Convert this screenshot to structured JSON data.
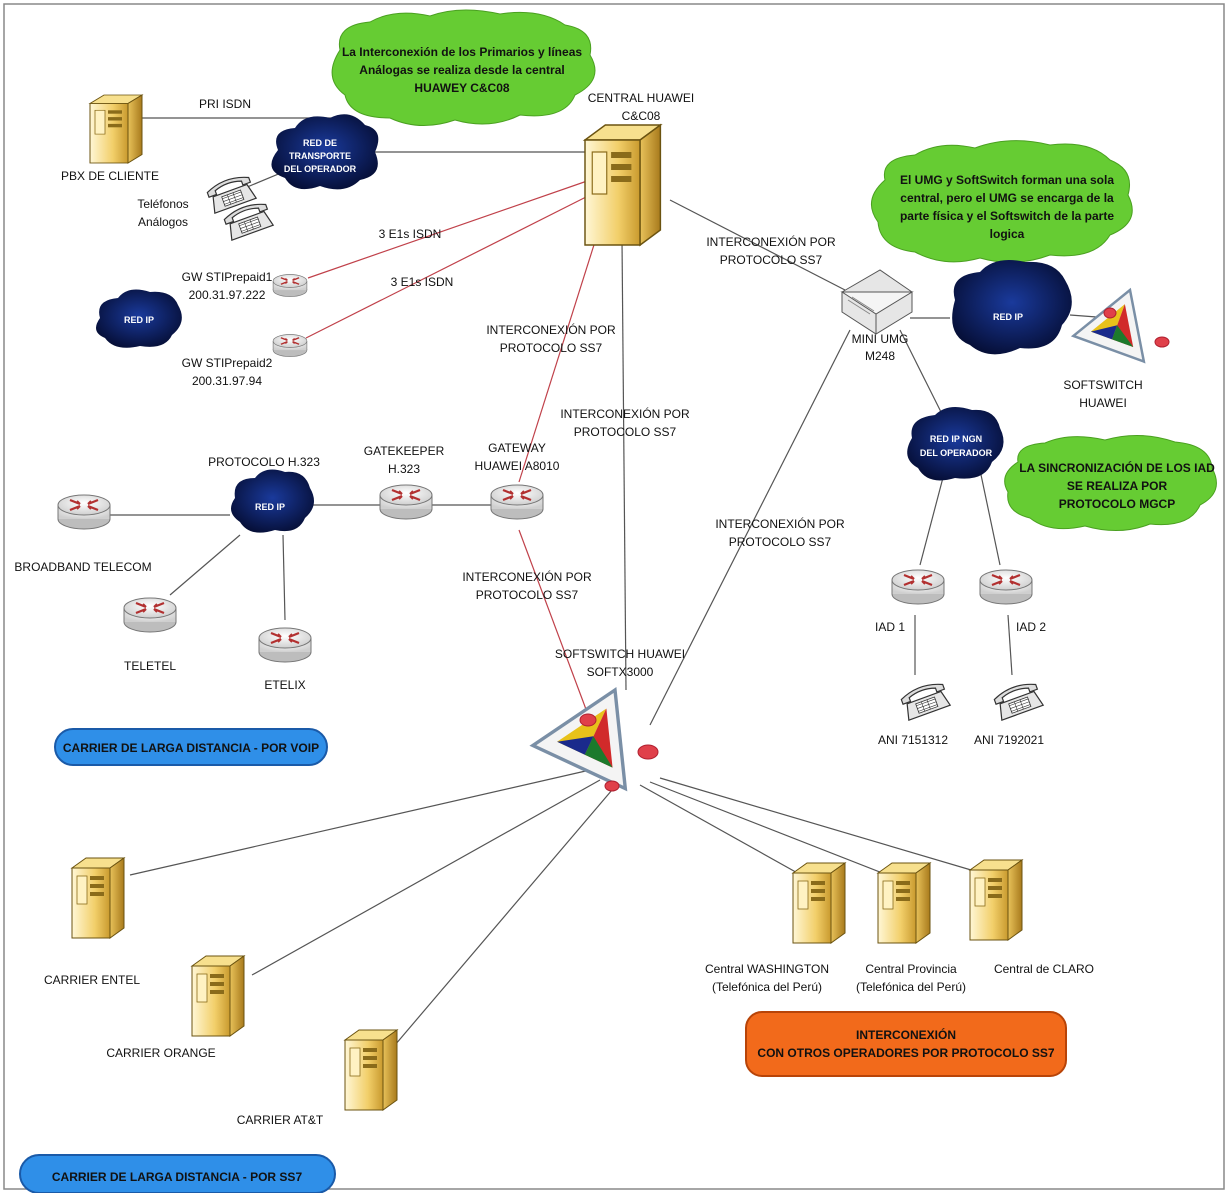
{
  "nodes": {
    "pbx": "PBX DE CLIENTE",
    "telefonos": [
      "Teléfonos",
      "Análogos"
    ],
    "central": [
      "CENTRAL HUAWEI",
      "C&C08"
    ],
    "gw1": [
      "GW STIPrepaid1",
      "200.31.97.222"
    ],
    "gw2": [
      "GW STIPrepaid2",
      "200.31.97.94"
    ],
    "gatekeeper": [
      "GATEKEEPER",
      "H.323"
    ],
    "gateway": [
      "GATEWAY",
      "HUAWEI A8010"
    ],
    "protocolo_h323": "PROTOCOLO H.323",
    "broadband": "BROADBAND TELECOM",
    "teletel": "TELETEL",
    "etelix": "ETELIX",
    "softswitch_main": [
      "SOFTSWITCH HUAWEI",
      "SOFTX3000"
    ],
    "mini_umg": [
      "MINI UMG",
      "M248"
    ],
    "softswitch_right": [
      "SOFTSWITCH",
      "HUAWEI"
    ],
    "iad1": "IAD 1",
    "iad2": "IAD 2",
    "ani1": "ANI 7151312",
    "ani2": "ANI 7192021",
    "carrier_entel": "CARRIER ENTEL",
    "carrier_orange": "CARRIER ORANGE",
    "carrier_att": "CARRIER AT&T",
    "central_washington": [
      "Central WASHINGTON",
      "(Telefónica del Perú)"
    ],
    "central_provincia": [
      "Central Provincia",
      "(Telefónica del Perú)"
    ],
    "central_claro": "Central de CLARO"
  },
  "links": {
    "pri_isdn": "PRI ISDN",
    "e1_a": "3 E1s ISDN",
    "e1_b": "3 E1s ISDN",
    "ss7_gateway_central": [
      "INTERCONEXIÓN POR",
      "PROTOCOLO SS7"
    ],
    "ss7_central_softx": [
      "INTERCONEXIÓN POR",
      "PROTOCOLO SS7"
    ],
    "ss7_central_umg": [
      "INTERCONEXIÓN POR",
      "PROTOCOLO SS7"
    ],
    "ss7_gateway_softx": [
      "INTERCONEXIÓN POR",
      "PROTOCOLO SS7"
    ],
    "ss7_umg_softx": [
      "INTERCONEXIÓN POR",
      "PROTOCOLO SS7"
    ]
  },
  "clouds": {
    "transporte": [
      "RED DE",
      "TRANSPORTE",
      "DEL OPERADOR"
    ],
    "red_ip_left": "RED IP",
    "red_ip_h323": "RED IP",
    "red_ip_umg": "RED IP",
    "red_ip_ngn": [
      "RED IP NGN",
      "DEL OPERADOR"
    ]
  },
  "notes": {
    "top": [
      "La Interconexión de los Primarios y líneas",
      "Análogas se realiza desde la central",
      "HUAWEY C&C08"
    ],
    "umg": [
      "El UMG y SoftSwitch forman una sola",
      "central, pero el UMG se encarga de la",
      "parte física y el Softswitch de la parte",
      "logica"
    ],
    "iad": [
      "LA SINCRONIZACIÓN DE LOS IAD",
      "SE REALIZA POR",
      "PROTOCOLO MGCP"
    ]
  },
  "banners": {
    "voip": "CARRIER DE LARGA DISTANCIA - POR VOIP",
    "ss7": "CARRIER DE LARGA DISTANCIA - POR SS7",
    "otros": [
      "INTERCONEXIÓN",
      "CON OTROS OPERADORES POR PROTOCOLO SS7"
    ]
  },
  "colors": {
    "cloud": "#0a1a5c",
    "note": "#66cc33",
    "banner_blue": "#2f8fe8",
    "banner_orange": "#f26a1b",
    "link_red": "#c0414a",
    "link_gray": "#555555"
  }
}
